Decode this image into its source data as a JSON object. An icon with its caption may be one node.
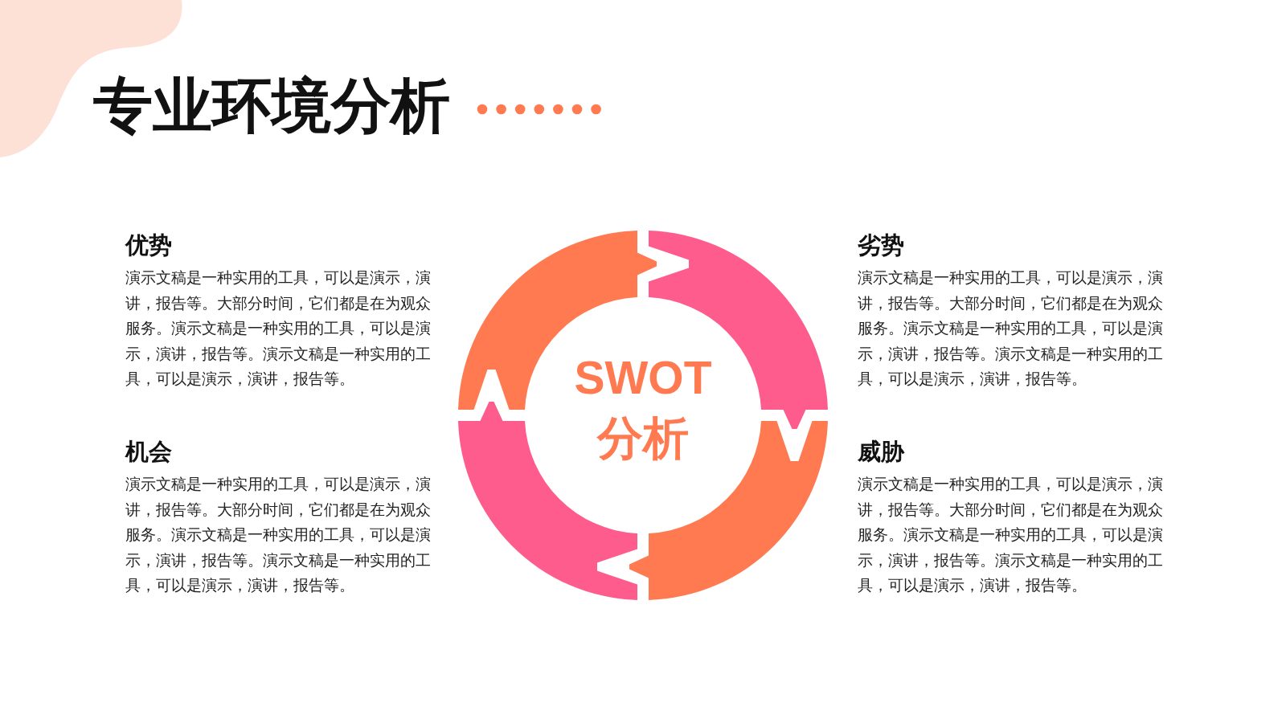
{
  "diagram": {
    "title": "专业环境分析",
    "nodes": [
      {
        "text": [
          "SWOT 分析"
        ]
      }
    ],
    "labels": [
      "优势",
      "演示文稿是一种实用的工具，可以是演示，演讲，报告等。大部分时间，它们都是在为观众服务。演示文稿是一种实用的工具，可以是演示，演讲，报告等。演示文稿是一种实用的工具，可以是演示，演讲，报告等。",
      "劣势",
      "演示文稿是一种实用的工具，可以是演示，演讲，报告等。大部分时间，它们都是在为观众服务。演示文稿是一种实用的工具，可以是演示，演讲，报告等。演示文稿是一种实用的工具，可以是演示，演讲，报告等。",
      "机会",
      "演示文稿是一种实用的工具，可以是演示，演讲，报告等。大部分时间，它们都是在为观众服务。演示文稿是一种实用的工具，可以是演示，演讲，报告等。演示文稿是一种实用的工具，可以是演示，演讲，报告等。",
      "威胁",
      "演示文稿是一种实用的工具，可以是演示，演讲，报告等。大部分时间，它们都是在为观众服务。演示文稿是一种实用的工具，可以是演示，演讲，报告等。演示文稿是一种实用的工具，可以是演示，演讲，报告等。"
    ]
  }
}
